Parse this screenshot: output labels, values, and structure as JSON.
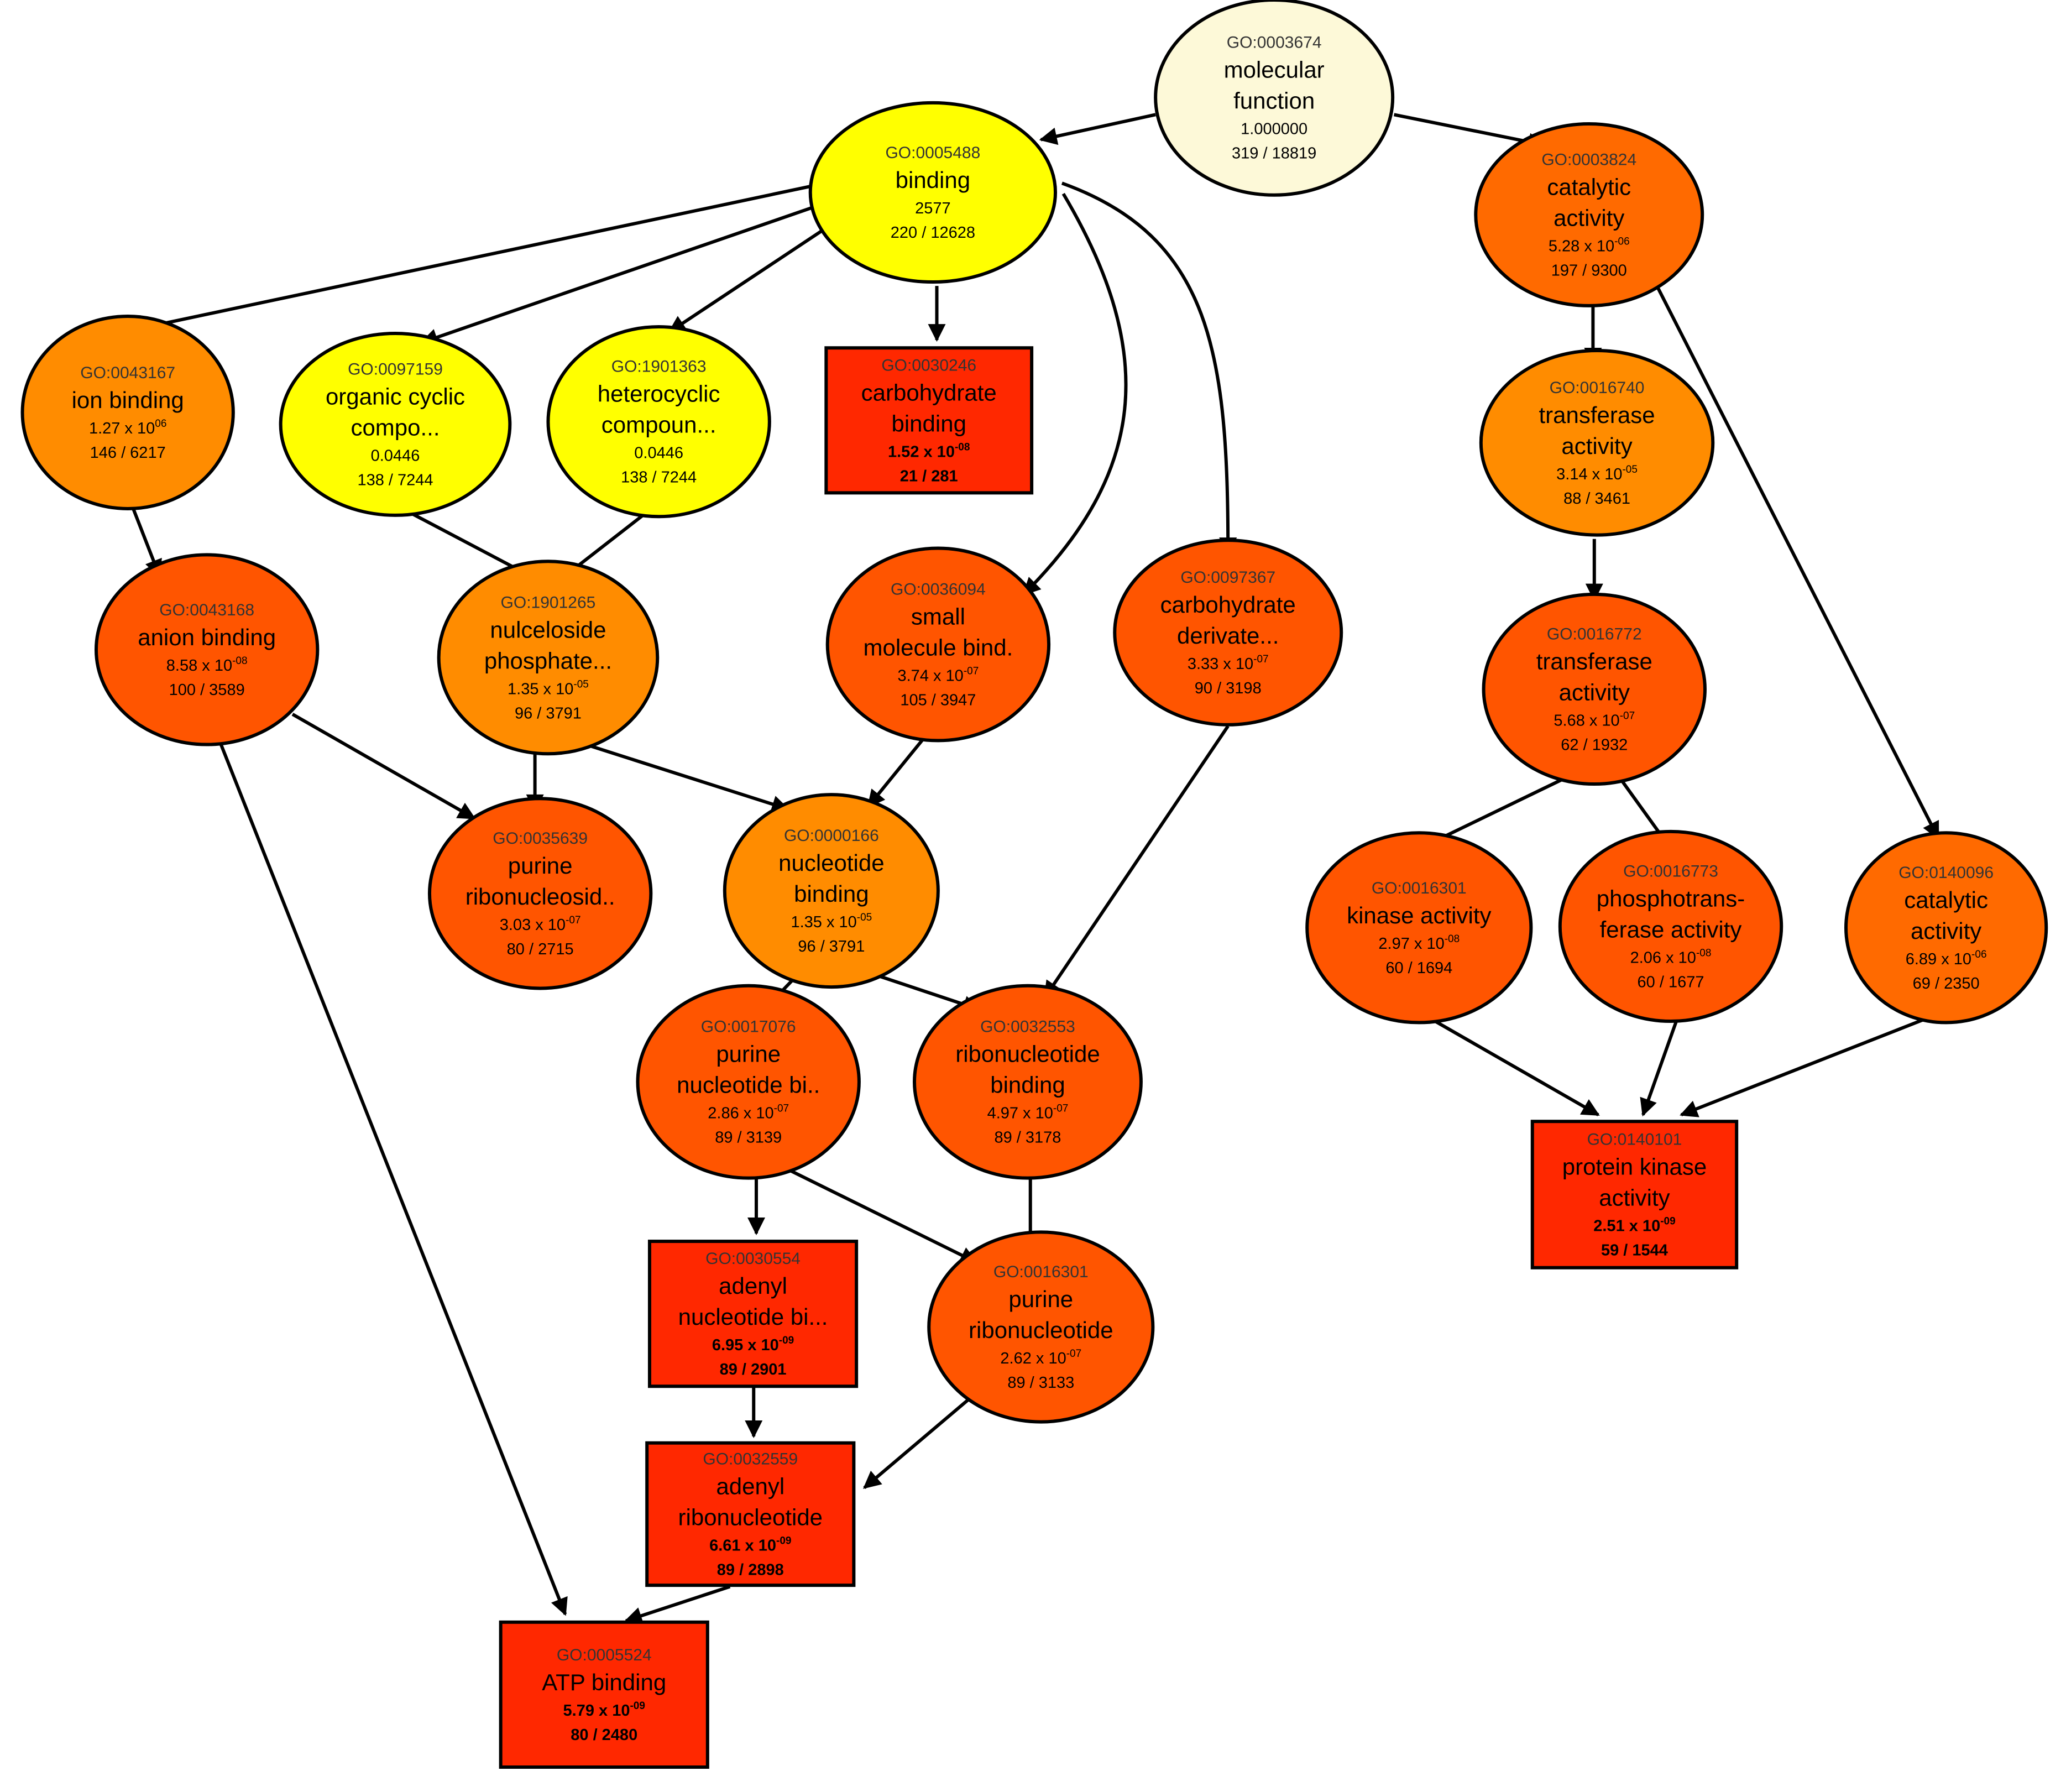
{
  "colors": {
    "pale": "#fdf9d8",
    "yellow": "#ffff00",
    "light_orange": "#ff8c00",
    "orange": "#ff6a00",
    "orange_red": "#ff5500",
    "red": "#ff2800",
    "stroke": "#000000",
    "edge": "#000000"
  },
  "nodes": {
    "n_0003674": {
      "go": "GO:0003674",
      "name": [
        "molecular",
        "function"
      ],
      "pval": "1.000000",
      "count": "319 / 18819",
      "shape": "ellipse",
      "fill": "pale"
    },
    "n_0005488": {
      "go": "GO:0005488",
      "name": [
        "binding"
      ],
      "pval": "2577",
      "count": "220 / 12628",
      "shape": "ellipse",
      "fill": "yellow"
    },
    "n_0003824": {
      "go": "GO:0003824",
      "name": [
        "catalytic",
        "activity"
      ],
      "pval": "5.28 x 10",
      "exp": "-06",
      "count": "197 / 9300",
      "shape": "ellipse",
      "fill": "orange"
    },
    "n_0043167": {
      "go": "GO:0043167",
      "name": [
        "ion binding"
      ],
      "pval": "1.27 x 10",
      "exp": "06",
      "count": "146 / 6217",
      "shape": "ellipse",
      "fill": "light_orange"
    },
    "n_0097159": {
      "go": "GO:0097159",
      "name": [
        "organic cyclic",
        "compo..."
      ],
      "pval": "0.0446",
      "count": "138 / 7244",
      "shape": "ellipse",
      "fill": "yellow"
    },
    "n_1901363": {
      "go": "GO:1901363",
      "name": [
        "heterocyclic",
        "compoun..."
      ],
      "pval": "0.0446",
      "count": "138 / 7244",
      "shape": "ellipse",
      "fill": "yellow"
    },
    "n_0030246": {
      "go": "GO:0030246",
      "name": [
        "carbohydrate",
        "binding"
      ],
      "pval": "1.52 x 10",
      "exp": "-08",
      "count": "21 / 281",
      "shape": "rect",
      "fill": "red",
      "bold": true
    },
    "n_0016740": {
      "go": "GO:0016740",
      "name": [
        "transferase",
        "activity"
      ],
      "pval": "3.14 x 10",
      "exp": "-05",
      "count": "88 / 3461",
      "shape": "ellipse",
      "fill": "light_orange"
    },
    "n_0043168": {
      "go": "GO:0043168",
      "name": [
        "anion binding"
      ],
      "pval": "8.58 x 10",
      "exp": "-08",
      "count": "100 / 3589",
      "shape": "ellipse",
      "fill": "orange_red"
    },
    "n_1901265": {
      "go": "GO:1901265",
      "name": [
        "nulceloside",
        "phosphate..."
      ],
      "pval": "1.35 x 10",
      "exp": "-05",
      "count": "96 / 3791",
      "shape": "ellipse",
      "fill": "light_orange"
    },
    "n_0036094": {
      "go": "GO:0036094",
      "name": [
        "small",
        "molecule bind."
      ],
      "pval": "3.74 x 10",
      "exp": "-07",
      "count": "105 / 3947",
      "shape": "ellipse",
      "fill": "orange_red"
    },
    "n_0097367": {
      "go": "GO:0097367",
      "name": [
        "carbohydrate",
        "derivate..."
      ],
      "pval": "3.33 x 10",
      "exp": "-07",
      "count": "90 / 3198",
      "shape": "ellipse",
      "fill": "orange_red"
    },
    "n_0016772": {
      "go": "GO:0016772",
      "name": [
        "transferase",
        "activity"
      ],
      "pval": "5.68 x 10",
      "exp": "-07",
      "count": "62 / 1932",
      "shape": "ellipse",
      "fill": "orange_red"
    },
    "n_0035639": {
      "go": "GO:0035639",
      "name": [
        "purine",
        "ribonucleosid.."
      ],
      "pval": "3.03 x 10",
      "exp": "-07",
      "count": "80 / 2715",
      "shape": "ellipse",
      "fill": "orange_red"
    },
    "n_0000166": {
      "go": "GO:0000166",
      "name": [
        "nucleotide",
        "binding"
      ],
      "pval": "1.35 x 10",
      "exp": "-05",
      "count": "96 / 3791",
      "shape": "ellipse",
      "fill": "light_orange"
    },
    "n_0016301a": {
      "go": "GO:0016301",
      "name": [
        "kinase activity"
      ],
      "pval": "2.97 x 10",
      "exp": "-08",
      "count": "60 / 1694",
      "shape": "ellipse",
      "fill": "orange_red"
    },
    "n_0016773": {
      "go": "GO:0016773",
      "name": [
        "phosphotrans-",
        "ferase activity"
      ],
      "pval": "2.06 x 10",
      "exp": "-08",
      "count": "60 / 1677",
      "shape": "ellipse",
      "fill": "orange_red"
    },
    "n_0140096": {
      "go": "GO:0140096",
      "name": [
        "catalytic",
        "activity"
      ],
      "pval": "6.89 x 10",
      "exp": "-06",
      "count": "69 / 2350",
      "shape": "ellipse",
      "fill": "orange"
    },
    "n_0017076": {
      "go": "GO:0017076",
      "name": [
        "purine",
        "nucleotide bi.."
      ],
      "pval": "2.86 x 10",
      "exp": "-07",
      "count": "89 / 3139",
      "shape": "ellipse",
      "fill": "orange_red"
    },
    "n_0032553": {
      "go": "GO:0032553",
      "name": [
        "ribonucleotide",
        "binding"
      ],
      "pval": "4.97 x 10",
      "exp": "-07",
      "count": "89 / 3178",
      "shape": "ellipse",
      "fill": "orange_red"
    },
    "n_0140101": {
      "go": "GO:0140101",
      "name": [
        "protein kinase",
        "activity"
      ],
      "pval": "2.51 x 10",
      "exp": "-09",
      "count": "59 / 1544",
      "shape": "rect",
      "fill": "red",
      "bold": true
    },
    "n_0030554": {
      "go": "GO:0030554",
      "name": [
        "adenyl",
        "nucleotide bi..."
      ],
      "pval": "6.95 x 10",
      "exp": "-09",
      "count": "89 / 2901",
      "shape": "rect",
      "fill": "red",
      "bold": true
    },
    "n_0016301b": {
      "go": "GO:0016301",
      "name": [
        "purine",
        "ribonucleotide"
      ],
      "pval": "2.62 x 10",
      "exp": "-07",
      "count": "89 / 3133",
      "shape": "ellipse",
      "fill": "orange_red"
    },
    "n_0032559": {
      "go": "GO:0032559",
      "name": [
        "adenyl",
        "ribonucleotide"
      ],
      "pval": "6.61 x 10",
      "exp": "-09",
      "count": "89 / 2898",
      "shape": "rect",
      "fill": "red",
      "bold": true
    },
    "n_0005524": {
      "go": "GO:0005524",
      "name": [
        "ATP binding"
      ],
      "pval": "5.79 x 10",
      "exp": "-09",
      "count": "80 / 2480",
      "shape": "rect",
      "fill": "red",
      "bold": true
    }
  },
  "edges": [
    [
      "n_0003674",
      "n_0005488"
    ],
    [
      "n_0003674",
      "n_0003824"
    ],
    [
      "n_0005488",
      "n_0043167"
    ],
    [
      "n_0005488",
      "n_0097159"
    ],
    [
      "n_0005488",
      "n_1901363"
    ],
    [
      "n_0005488",
      "n_0030246"
    ],
    [
      "n_0005488",
      "n_0036094"
    ],
    [
      "n_0005488",
      "n_0097367"
    ],
    [
      "n_0003824",
      "n_0016740"
    ],
    [
      "n_0003824",
      "n_0140096"
    ],
    [
      "n_0016740",
      "n_0016772"
    ],
    [
      "n_0043167",
      "n_0043168"
    ],
    [
      "n_0097159",
      "n_1901265"
    ],
    [
      "n_1901363",
      "n_1901265"
    ],
    [
      "n_0043168",
      "n_0035639"
    ],
    [
      "n_0043168",
      "n_0005524"
    ],
    [
      "n_1901265",
      "n_0035639"
    ],
    [
      "n_1901265",
      "n_0000166"
    ],
    [
      "n_0036094",
      "n_0000166"
    ],
    [
      "n_0097367",
      "n_0032553"
    ],
    [
      "n_0016772",
      "n_0016301a"
    ],
    [
      "n_0016772",
      "n_0016773"
    ],
    [
      "n_0000166",
      "n_0017076"
    ],
    [
      "n_0000166",
      "n_0032553"
    ],
    [
      "n_0016301a",
      "n_0140101"
    ],
    [
      "n_0016773",
      "n_0140101"
    ],
    [
      "n_0140096",
      "n_0140101"
    ],
    [
      "n_0017076",
      "n_0030554"
    ],
    [
      "n_0017076",
      "n_0016301b"
    ],
    [
      "n_0032553",
      "n_0016301b"
    ],
    [
      "n_0030554",
      "n_0032559"
    ],
    [
      "n_0016301b",
      "n_0032559"
    ],
    [
      "n_0032559",
      "n_0005524"
    ]
  ]
}
